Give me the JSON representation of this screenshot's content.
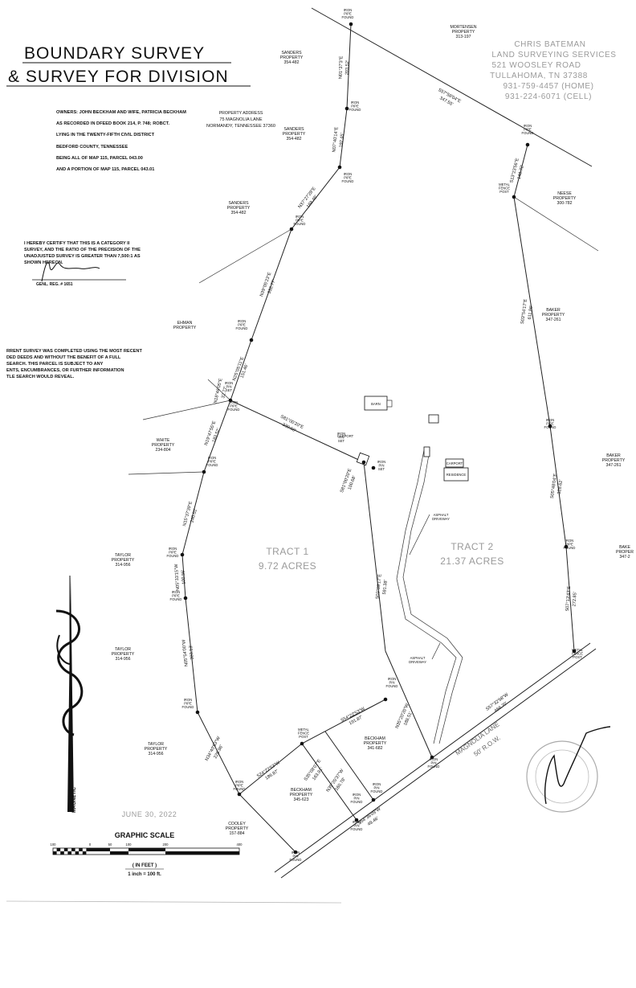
{
  "title": {
    "line1": "BOUNDARY SURVEY",
    "line2": "& SURVEY FOR DIVISION"
  },
  "owner_info": [
    "OWNERS: JOHN BECKHAM AND WIFE, PATRICIA BECKHAM",
    "AS RECORDED IN DFEED BOOK 214, P. 748; ROBCT.",
    "LYING IN THE TWENTY-FIFTH CIVIL DISTRICT",
    "BEDFORD COUNTY, TENNESSEE",
    "BEING ALL OF MAP 115, PARCEL 043.00",
    "AND A PORTION OF MAP 115, PARCEL 043.01"
  ],
  "property_address": {
    "heading": "PROPERTY ADDRESS",
    "line1": "75 MAGNOLIA LANE",
    "line2": "NORMANDY, TENNESSEE 37360"
  },
  "surveyor": [
    "CHRIS BATEMAN",
    "LAND SURVEYING SERVICES",
    "521 WOOSLEY ROAD",
    "TULLAHOMA, TN 37388",
    "931-759-4457 (HOME)",
    "931-224-6071 (CELL)"
  ],
  "certification": [
    "I HEREBY CERTIFY THAT THIS IS A CATEGORY II",
    "SURVEY, AND THE RATIO OF THE PRECISION OF THE",
    "UNADJUSTED SURVEY IS GREATER THAN 7,500:1 AS",
    "SHOWN HEREON."
  ],
  "certification_reg": "GENL. REG. # 1651",
  "disclaimer": [
    "RRENT SURVEY WAS COMPLETED USING THE MOST RECENT",
    "DED DEEDS AND WITHOUT THE BENEFIT OF A FULL",
    "SEARCH.  THIS PARCEL IS SUBJECT TO ANY",
    "ENTS, ENCUMBRANCES, OR FURTHER INFORMATION",
    "TLE SEARCH WOULD REVEAL."
  ],
  "date": "JUNE 30, 2022",
  "tracts": {
    "tract1": {
      "name": "TRACT 1",
      "area": "9.72 ACRES"
    },
    "tract2": {
      "name": "TRACT 2",
      "area": "21.37 ACRES"
    }
  },
  "road": {
    "name": "MAGNOLIA LANE",
    "row": "50' R.O.W."
  },
  "north_arrow": "MAGNETIC",
  "scale": {
    "title": "GRAPHIC SCALE",
    "ticks": [
      "100",
      "0",
      "50",
      "100",
      "200",
      "400"
    ],
    "unit": "( IN FEET )",
    "ratio": "1 inch = 100 ft."
  },
  "adjoiners": {
    "sanders1": [
      "SANDERS",
      "PROPERTY",
      "354-482"
    ],
    "sanders2": [
      "SANDERS",
      "PROPERTY",
      "354-482"
    ],
    "sanders3": [
      "SANDERS",
      "PROPERTY",
      "354-482"
    ],
    "mortensen": [
      "MORTENSEN",
      "PROPERTY",
      "313-197"
    ],
    "neese": [
      "NEESE",
      "PROPERTY",
      "300-782"
    ],
    "baker1": [
      "BAKER",
      "PROPERTY",
      "347-261"
    ],
    "baker2": [
      "BAKER",
      "PROPERTY",
      "347-261"
    ],
    "baker3": [
      "BAKE",
      "PROPER",
      "347-2"
    ],
    "ehman": [
      "EHMAN",
      "PROPERTY"
    ],
    "white": [
      "WHITE",
      "PROPERTY",
      "234-804"
    ],
    "taylor1": [
      "TAYLOR",
      "PROPERTY",
      "314-956"
    ],
    "taylor2": [
      "TAYLOR",
      "PROPERTY",
      "314-956"
    ],
    "taylor3": [
      "TAYLOR",
      "PROPERTY",
      "314-956"
    ],
    "cooley": [
      "COOLEY",
      "PROPERTY",
      "157-884"
    ],
    "beckham1": [
      "BECKHAM",
      "PROPERTY",
      "341-682"
    ],
    "beckham2": [
      "BECKHAM",
      "PROPERTY",
      "345-623"
    ]
  },
  "structures": {
    "barn": "BARN",
    "carport1": "CARPORT",
    "carport2": "CARPORT",
    "residence": "RESIDENCE",
    "driveway1": [
      "ASPHALT",
      "DRIVEWAY"
    ],
    "driveway2": [
      "ASPHALT",
      "DRIVEWAY"
    ]
  },
  "monuments": {
    "iron_pipe": [
      "IRON",
      "PIPE",
      "FOUND"
    ],
    "iron_pin_found": [
      "IRON",
      "PIN",
      "FOUND"
    ],
    "iron_pin_set": [
      "IRON",
      "PIN",
      "SET"
    ],
    "metal_fence": [
      "METAL",
      "FENCE",
      "POST"
    ]
  },
  "bearings": {
    "b1": [
      "N01°37'3\"E",
      "203.52'"
    ],
    "b2": [
      "S57°58'04\"E",
      "347.55'"
    ],
    "b3": [
      "N07°40'14\"E",
      "192.45'"
    ],
    "b4": [
      "N37°27'28\"E",
      "169.46'"
    ],
    "b5": [
      "N39°05'23\"E",
      "332.77'"
    ],
    "b6": [
      "N25°05'11\"E",
      "151.46'"
    ],
    "b7": [
      "N18°46'05\"E",
      "32.77'"
    ],
    "b8": [
      "N19°47'55\"E",
      "183.52'"
    ],
    "b9": [
      "N15°37'39\"E",
      "240.02'"
    ],
    "b10": [
      "N05°33'15\"W",
      "100.56'"
    ],
    "b11": [
      "N05°54'00\"W",
      "303.13'"
    ],
    "b12": [
      "N34°40'53\"W",
      "226.96'"
    ],
    "b13": [
      "S81°00'20\"E",
      "330.60'"
    ],
    "b14": [
      "S81°00'20\"E",
      "100.68'"
    ],
    "b15": [
      "S03°09'17\"E",
      "591.38'"
    ],
    "b16": [
      "S13°23'56\"E",
      "148.72'"
    ],
    "b17": [
      "S03°54'17\"E",
      "611.86'"
    ],
    "b18": [
      "S05°48'04\"E",
      "328.62'"
    ],
    "b19": [
      "S07°13'43\"E",
      "272.85'"
    ],
    "b20": [
      "S57°32'58\"W",
      "466.70'"
    ],
    "b21": [
      "S54°22'53\"W",
      "191.87'"
    ],
    "b22": [
      "N35°20'20\"W",
      "188.51'"
    ],
    "b23": [
      "S24°22'53\"W",
      "186.87'"
    ],
    "b24": [
      "S35°08'07\"E",
      "163.91'"
    ],
    "b25": [
      "N35°20'37\"W",
      "160.78'"
    ],
    "b26": [
      "S54°36'09\"W",
      "49.46'"
    ]
  }
}
